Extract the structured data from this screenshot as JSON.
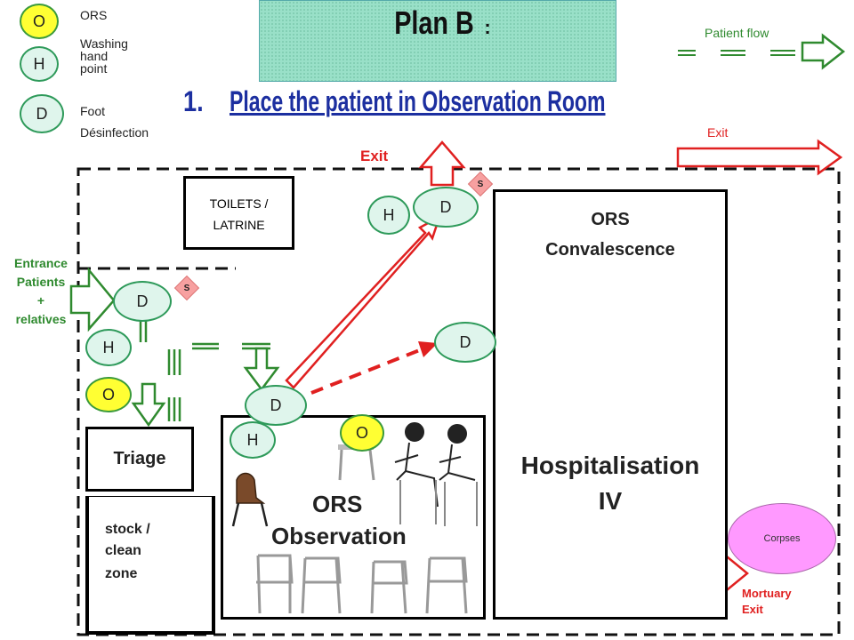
{
  "legend": {
    "o_symbol": "O",
    "o_label": "ORS",
    "h_symbol": "H",
    "h_label_1": "Washing",
    "h_label_2": "hand",
    "h_label_3": "point",
    "d_symbol": "D",
    "d_label_1": "Foot",
    "d_label_2": "Désinfection"
  },
  "header": {
    "title": "Plan B",
    "title_suffix": ":",
    "subtitle_number": "1.",
    "subtitle": "Place the patient in Observation Room",
    "patient_flow_label": "Patient flow",
    "exit_legend_label": "Exit"
  },
  "rooms": {
    "toilets_1": "TOILETS /",
    "toilets_2": "LATRINE",
    "convalescence_1": "ORS",
    "convalescence_2": "Convalescence",
    "hospitalisation_1": "Hospitalisation",
    "hospitalisation_2": "IV",
    "triage": "Triage",
    "stock_1": "stock /",
    "stock_2": "clean",
    "stock_3": "zone",
    "observation_1": "ORS",
    "observation_2": "Observation",
    "corpses": "Corpses"
  },
  "labels": {
    "entrance_1": "Entrance",
    "entrance_2": "Patients",
    "entrance_3": "+",
    "entrance_4": "relatives",
    "exit_top": "Exit",
    "mortuary_1": "Mortuary",
    "mortuary_2": "Exit"
  },
  "markers": {
    "d": "D",
    "h": "H",
    "o": "O",
    "s": "S"
  },
  "colors": {
    "green_arrow": "#2f8a2f",
    "red_arrow": "#e02020",
    "title_box": "#99e0c8",
    "circle_fill": "#dff5ec",
    "yellow": "#ffff33"
  }
}
